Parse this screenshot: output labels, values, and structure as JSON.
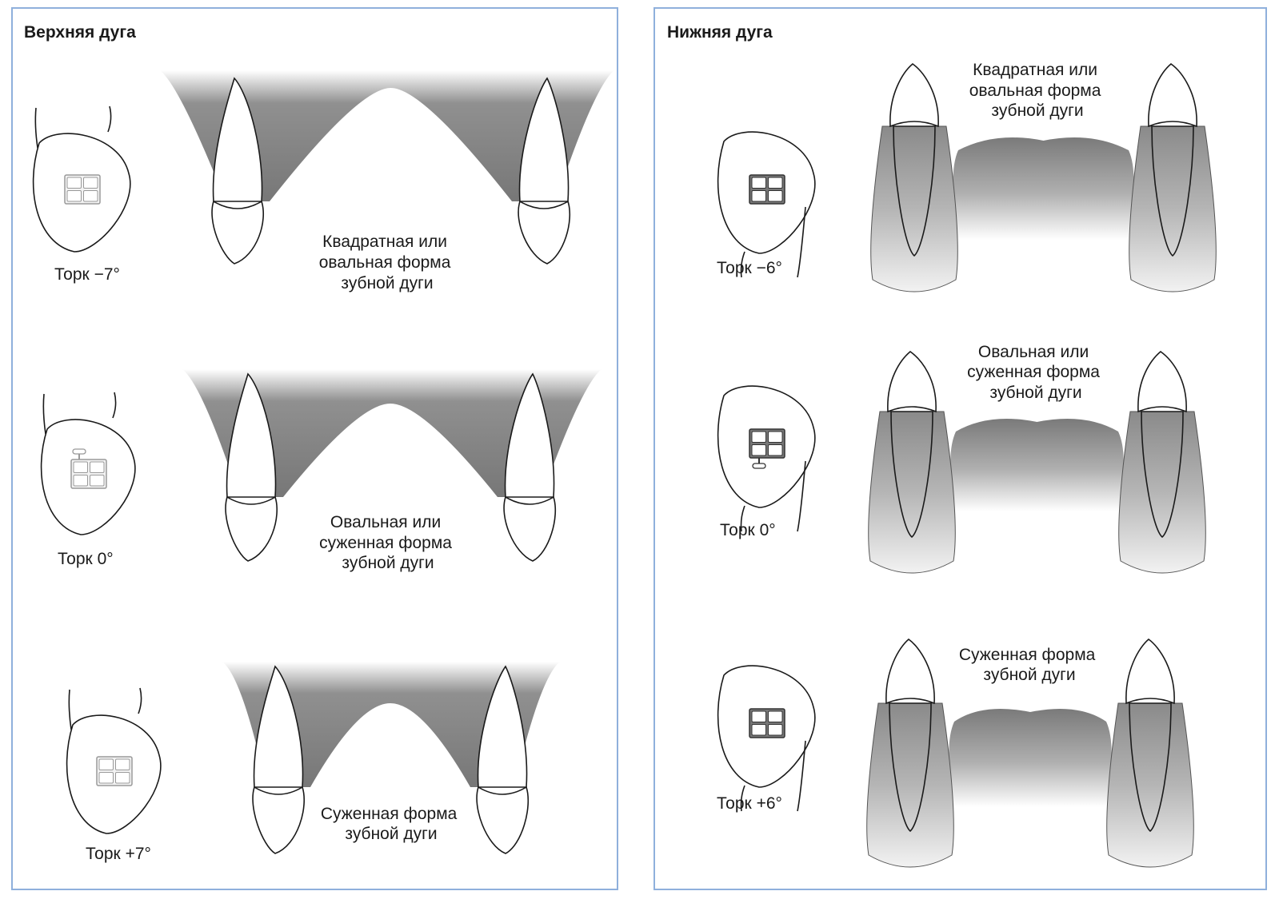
{
  "panels": [
    {
      "title": "Верхняя дуга",
      "rows": [
        {
          "torque": "Торк −7°",
          "caption": [
            "Квадратная или",
            "овальная форма",
            "зубной дуги"
          ]
        },
        {
          "torque": "Торк 0°",
          "caption": [
            "Овальная или",
            "суженная форма",
            "зубной дуги"
          ]
        },
        {
          "torque": "Торк +7°",
          "caption": [
            "Суженная форма",
            "зубной дуги"
          ]
        }
      ]
    },
    {
      "title": "Нижняя дуга",
      "rows": [
        {
          "torque": "Торк −6°",
          "caption": [
            "Квадратная или",
            "овальная форма",
            "зубной дуги"
          ]
        },
        {
          "torque": "Торк 0°",
          "caption": [
            "Овальная или",
            "суженная форма",
            "зубной дуги"
          ]
        },
        {
          "torque": "Торк +6°",
          "caption": [
            "Суженная форма",
            "зубной дуги"
          ]
        }
      ]
    }
  ],
  "colors": {
    "frame": "#8fb0dc",
    "gum_dark": "#6f6f6f",
    "gum_light": "#ffffff",
    "outline": "#1a1a1a"
  }
}
